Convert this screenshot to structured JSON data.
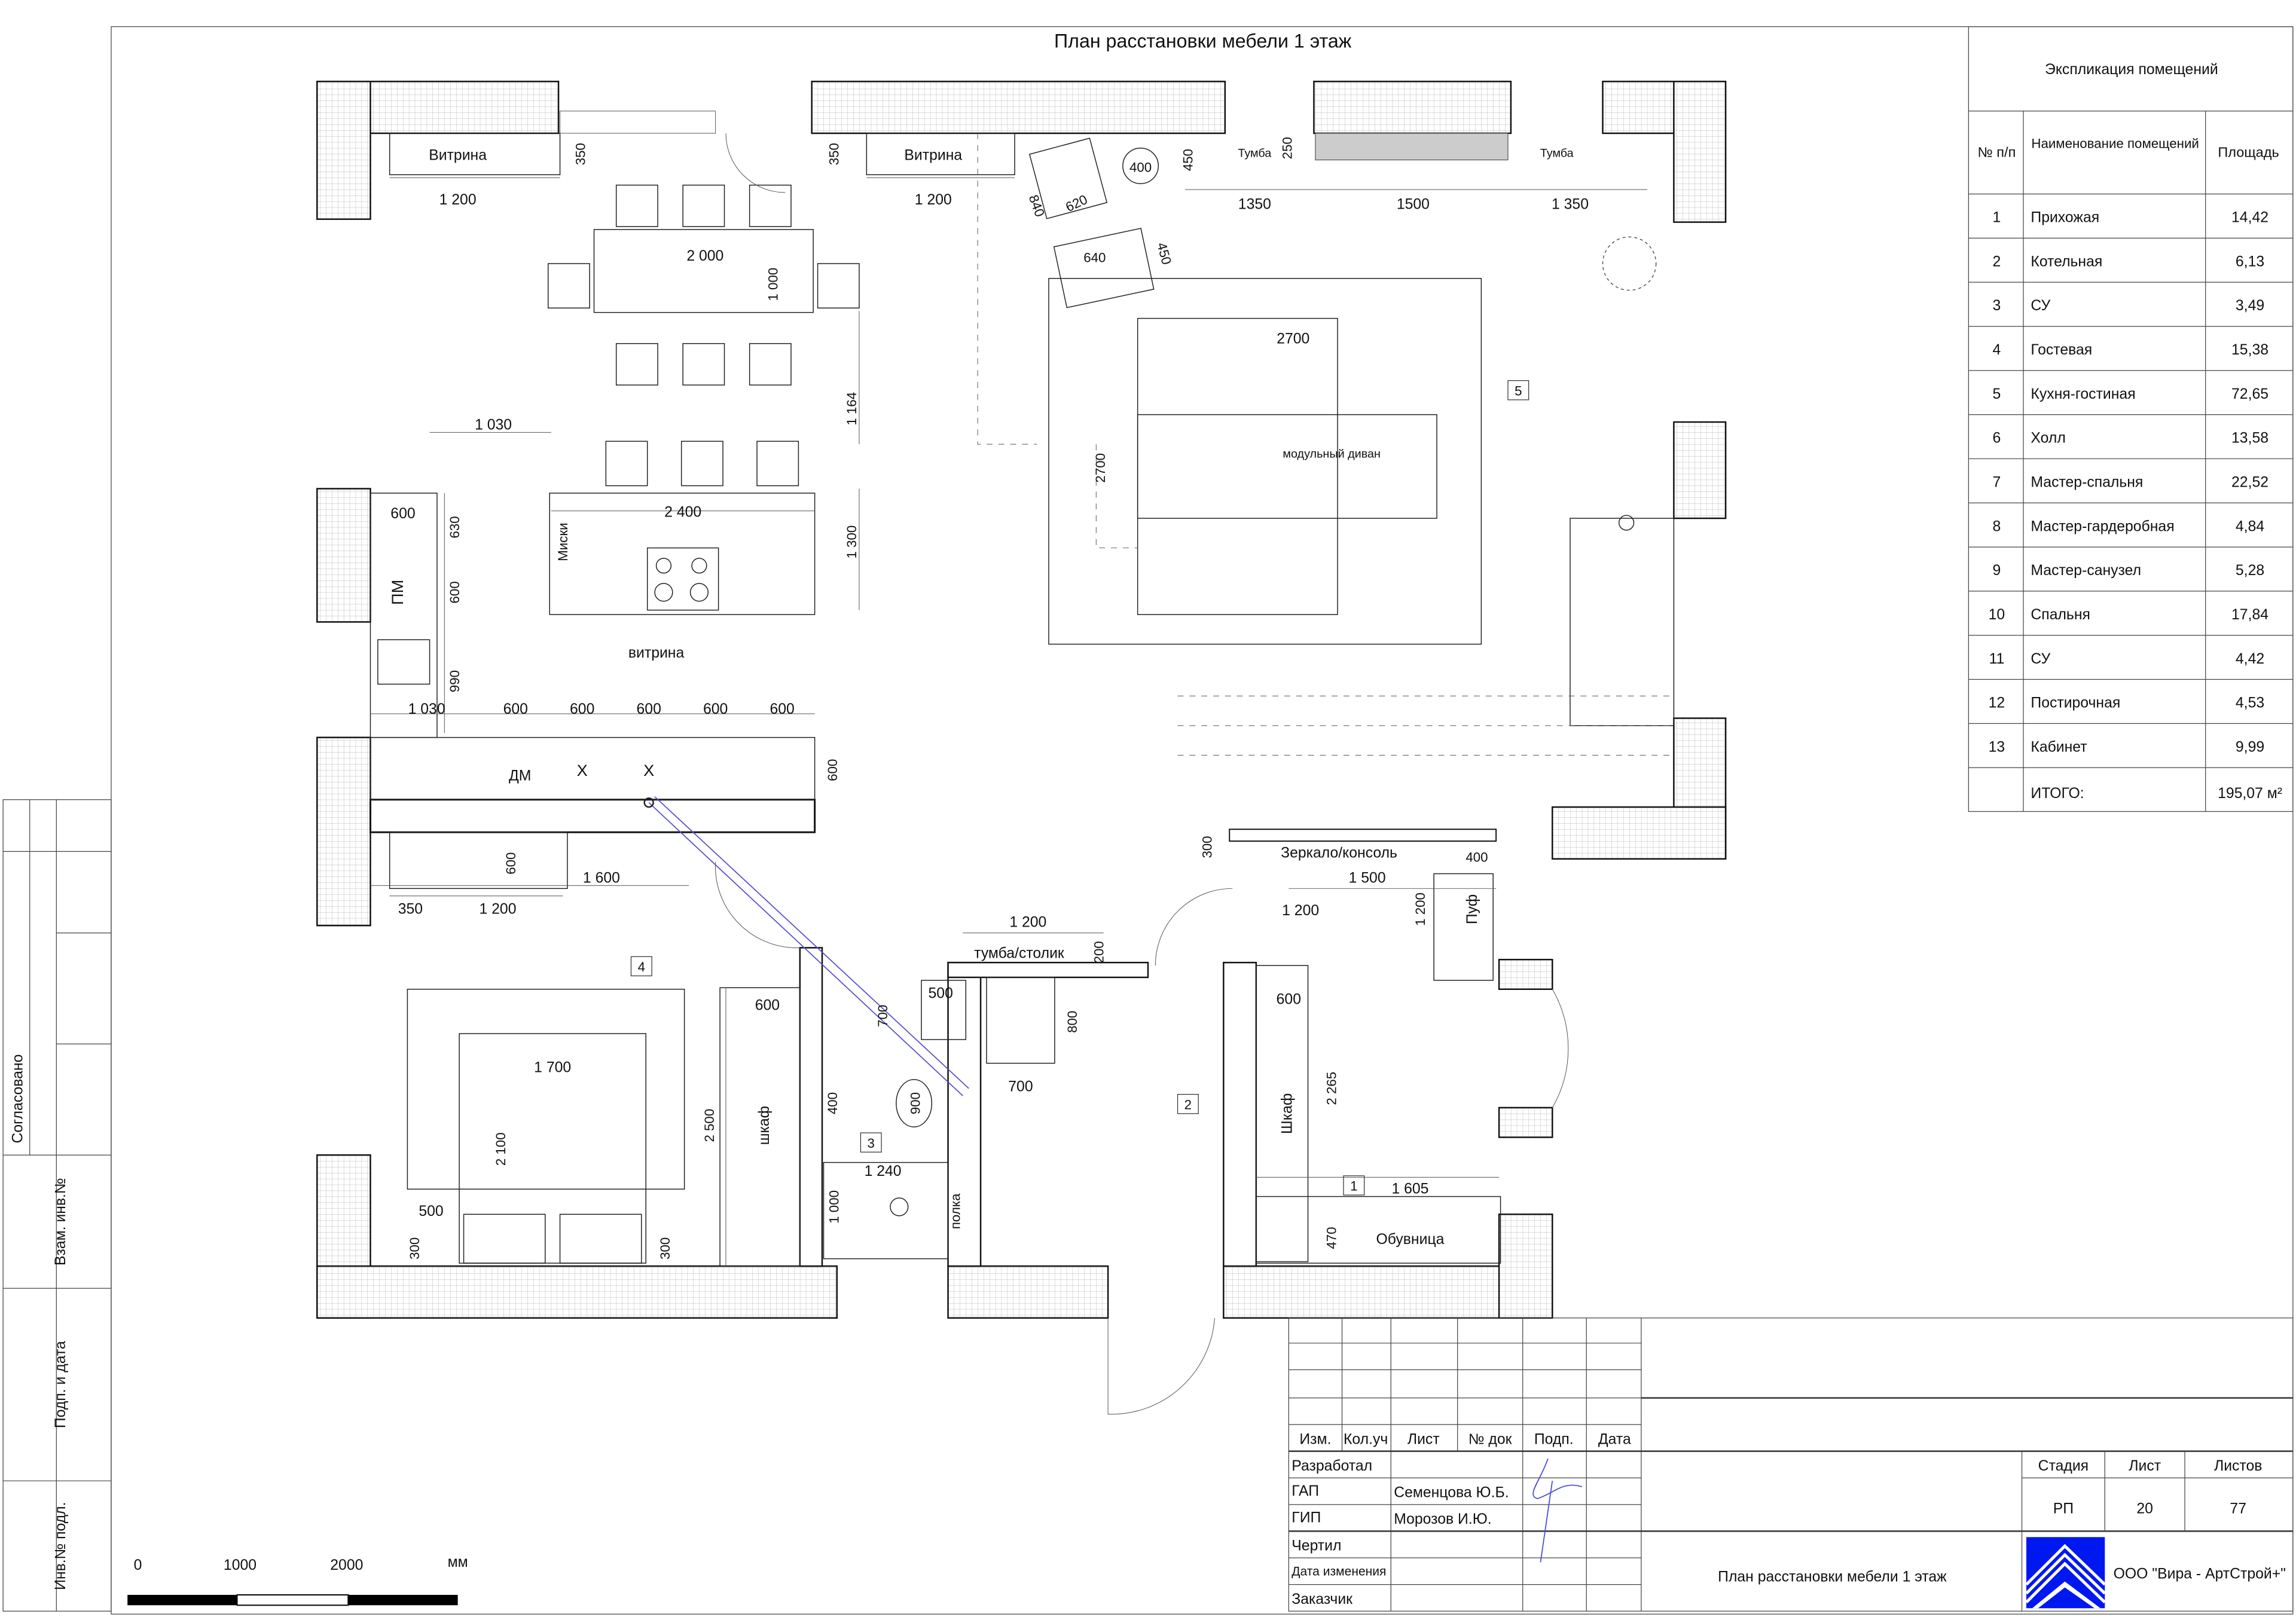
{
  "sheet_title": "План расстановки мебели 1 этаж",
  "explication": {
    "title": "Экспликация помещений",
    "headers": [
      "№ п/п",
      "Наименование помещений",
      "Площадь"
    ],
    "rows": [
      [
        "1",
        "Прихожая",
        "14,42"
      ],
      [
        "2",
        "Котельная",
        "6,13"
      ],
      [
        "3",
        "СУ",
        "3,49"
      ],
      [
        "4",
        "Гостевая",
        "15,38"
      ],
      [
        "5",
        "Кухня-гостиная",
        "72,65"
      ],
      [
        "6",
        "Холл",
        "13,58"
      ],
      [
        "7",
        "Мастер-спальня",
        "22,52"
      ],
      [
        "8",
        "Мастер-гардеробная",
        "4,84"
      ],
      [
        "9",
        "Мастер-санузел",
        "5,28"
      ],
      [
        "10",
        "Спальня",
        "17,84"
      ],
      [
        "11",
        "СУ",
        "4,42"
      ],
      [
        "12",
        "Постирочная",
        "4,53"
      ],
      [
        "13",
        "Кабинет",
        "9,99"
      ]
    ],
    "total_label": "ИТОГО:",
    "total_value": "195,07 м²"
  },
  "plan": {
    "labels": [
      "Витрина",
      "350",
      "1 200",
      "Витрина",
      "350",
      "1 200",
      "400",
      "620",
      "840",
      "450",
      "Тумба",
      "250",
      "Тумба",
      "1350",
      "1500",
      "1 350",
      "640",
      "450",
      "2 000",
      "1 000",
      "2700",
      "5",
      "модульный диван",
      "2700",
      "1 164",
      "1 030",
      "600",
      "630",
      "2 400",
      "Миски",
      "ПМ",
      "600",
      "1 300",
      "витрина",
      "990",
      "1 030",
      "600",
      "600",
      "600",
      "600",
      "600",
      "ДМ",
      "X",
      "X",
      "600",
      "600",
      "1 600",
      "350",
      "1 200",
      "4",
      "300",
      "Зеркало/консоль",
      "400",
      "1 500",
      "1 200",
      "1 200",
      "Пуф",
      "1 200",
      "тумба/столик",
      "200",
      "600",
      "600",
      "500",
      "700",
      "800",
      "700",
      "1 700",
      "2 500",
      "шкаф",
      "400",
      "900",
      "2",
      "2 265",
      "Шкаф",
      "3",
      "2 100",
      "1 240",
      "1",
      "1 605",
      "1 000",
      "полка",
      "500",
      "470",
      "Обувница",
      "300",
      "300"
    ]
  },
  "scale_bar": {
    "ticks": [
      "0",
      "1000",
      "2000"
    ],
    "unit": "мм"
  },
  "side_stamp": [
    "Согласовано",
    "Взам. инв.№",
    "Подп. и дата",
    "Инв.№ подл."
  ],
  "title_block": {
    "headers": [
      "Изм.",
      "Кол.уч",
      "Лист",
      "№ док",
      "Подп.",
      "Дата"
    ],
    "roles": [
      "Разработал",
      "ГАП",
      "ГИП",
      "Чертил",
      "Дата изменения",
      "Заказчик"
    ],
    "names": {
      "gap": "Семенцова Ю.Б.",
      "gip": "Морозов И.Ю."
    },
    "drawing_title": "План расстановки мебели 1 этаж",
    "stage_headers": [
      "Стадия",
      "Лист",
      "Листов"
    ],
    "stage_values": [
      "РП",
      "20",
      "77"
    ],
    "company": "ООО \"Вира - АртСтрой+\"",
    "logo_color": "#0018f0"
  }
}
